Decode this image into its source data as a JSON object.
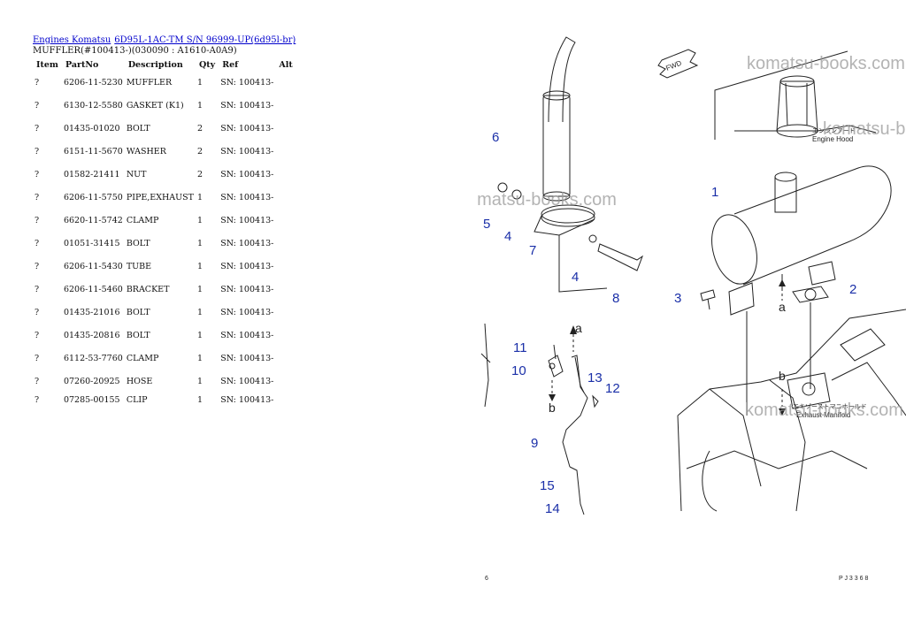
{
  "breadcrumb": {
    "engines": "Engines Komatsu",
    "model": "6D95L-1AC-TM S/N 96999-UP(6d95l-br)"
  },
  "subtitle": "MUFFLER(#100413-)(030090 : A1610-A0A9)",
  "table": {
    "headers": [
      "Item",
      "PartNo",
      "Description",
      "Qty",
      "Ref",
      "Alt"
    ],
    "rows": [
      {
        "item": "?",
        "part_no": "6206-11-5230",
        "description": "MUFFLER",
        "qty": "1",
        "ref": "SN: 100413-",
        "alt": ""
      },
      {
        "item": "?",
        "part_no": "6130-12-5580",
        "description": "GASKET (K1)",
        "qty": "1",
        "ref": "SN: 100413-",
        "alt": ""
      },
      {
        "item": "?",
        "part_no": "01435-01020",
        "description": "BOLT",
        "qty": "2",
        "ref": "SN: 100413-",
        "alt": ""
      },
      {
        "item": "?",
        "part_no": "6151-11-5670",
        "description": "WASHER",
        "qty": "2",
        "ref": "SN: 100413-",
        "alt": ""
      },
      {
        "item": "?",
        "part_no": "01582-21411",
        "description": "NUT",
        "qty": "2",
        "ref": "SN: 100413-",
        "alt": ""
      },
      {
        "item": "?",
        "part_no": "6206-11-5750",
        "description": "PIPE,EXHAUST",
        "qty": "1",
        "ref": "SN: 100413-",
        "alt": ""
      },
      {
        "item": "?",
        "part_no": "6620-11-5742",
        "description": "CLAMP",
        "qty": "1",
        "ref": "SN: 100413-",
        "alt": ""
      },
      {
        "item": "?",
        "part_no": "01051-31415",
        "description": "BOLT",
        "qty": "1",
        "ref": "SN: 100413-",
        "alt": ""
      },
      {
        "item": "?",
        "part_no": "6206-11-5430",
        "description": "TUBE",
        "qty": "1",
        "ref": "SN: 100413-",
        "alt": ""
      },
      {
        "item": "?",
        "part_no": "6206-11-5460",
        "description": "BRACKET",
        "qty": "1",
        "ref": "SN: 100413-",
        "alt": ""
      },
      {
        "item": "?",
        "part_no": "01435-21016",
        "description": "BOLT",
        "qty": "1",
        "ref": "SN: 100413-",
        "alt": ""
      },
      {
        "item": "?",
        "part_no": "01435-20816",
        "description": "BOLT",
        "qty": "1",
        "ref": "SN: 100413-",
        "alt": ""
      },
      {
        "item": "?",
        "part_no": "6112-53-7760",
        "description": "CLAMP",
        "qty": "1",
        "ref": "SN: 100413-",
        "alt": ""
      },
      {
        "item": "?",
        "part_no": "07260-20925",
        "description": "HOSE",
        "qty": "1",
        "ref": "SN: 100413-",
        "alt": ""
      },
      {
        "item": "?",
        "part_no": "07285-00155",
        "description": "CLIP",
        "qty": "1",
        "ref": "SN: 100413-",
        "alt": ""
      }
    ]
  },
  "diagram": {
    "watermark": "komatsu-books.com",
    "fwd": "FWD",
    "engine_hood_jp": "エンジンフード",
    "engine_hood": "Engine Hood",
    "exhaust_manifold_jp": "エキゾーストマニホールド",
    "exhaust_manifold": "Exhaust Manifold",
    "callouts": [
      "1",
      "2",
      "3",
      "4",
      "4",
      "5",
      "6",
      "7",
      "8",
      "9",
      "10",
      "11",
      "12",
      "13",
      "14",
      "15"
    ],
    "arrow_a": "a",
    "arrow_b": "b",
    "page_mark": "P J 3 3 6 8",
    "small_mark": "6",
    "callout_color": "#1a2fa8"
  }
}
